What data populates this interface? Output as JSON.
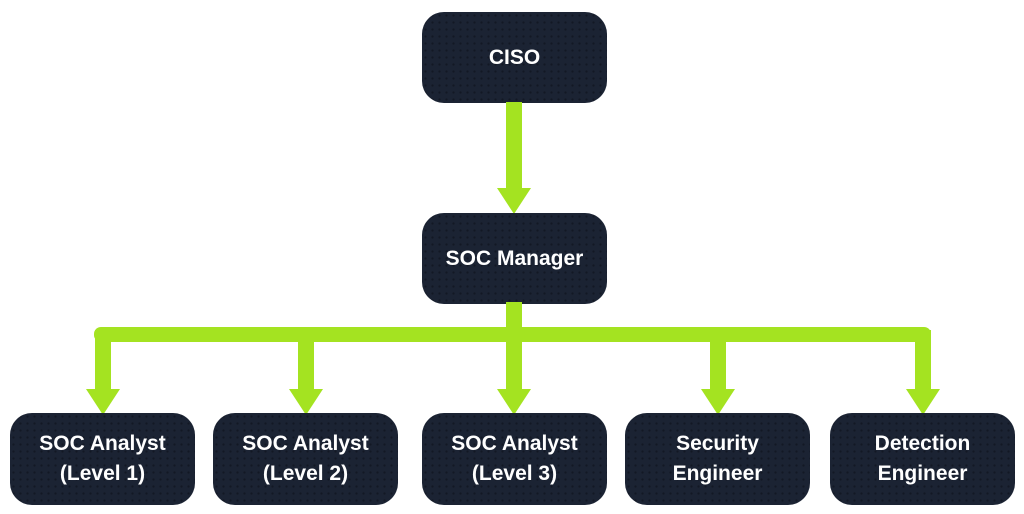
{
  "diagram": {
    "type": "org-chart",
    "colors": {
      "node_bg": "#1b2333",
      "node_text": "#ffffff",
      "arrow": "#a4e321",
      "background": "#ffffff"
    },
    "root": {
      "label": "CISO"
    },
    "manager": {
      "label": "SOC Manager"
    },
    "children": [
      {
        "lines": [
          "SOC Analyst",
          "(Level 1)"
        ]
      },
      {
        "lines": [
          "SOC Analyst",
          "(Level 2)"
        ]
      },
      {
        "lines": [
          "SOC Analyst",
          "(Level 3)"
        ]
      },
      {
        "lines": [
          "Security",
          "Engineer"
        ]
      },
      {
        "lines": [
          "Detection",
          "Engineer"
        ]
      }
    ],
    "edges": [
      {
        "from": "CISO",
        "to": "SOC Manager"
      },
      {
        "from": "SOC Manager",
        "to": "SOC Analyst (Level 1)"
      },
      {
        "from": "SOC Manager",
        "to": "SOC Analyst (Level 2)"
      },
      {
        "from": "SOC Manager",
        "to": "SOC Analyst (Level 3)"
      },
      {
        "from": "SOC Manager",
        "to": "Security Engineer"
      },
      {
        "from": "SOC Manager",
        "to": "Detection Engineer"
      }
    ]
  }
}
